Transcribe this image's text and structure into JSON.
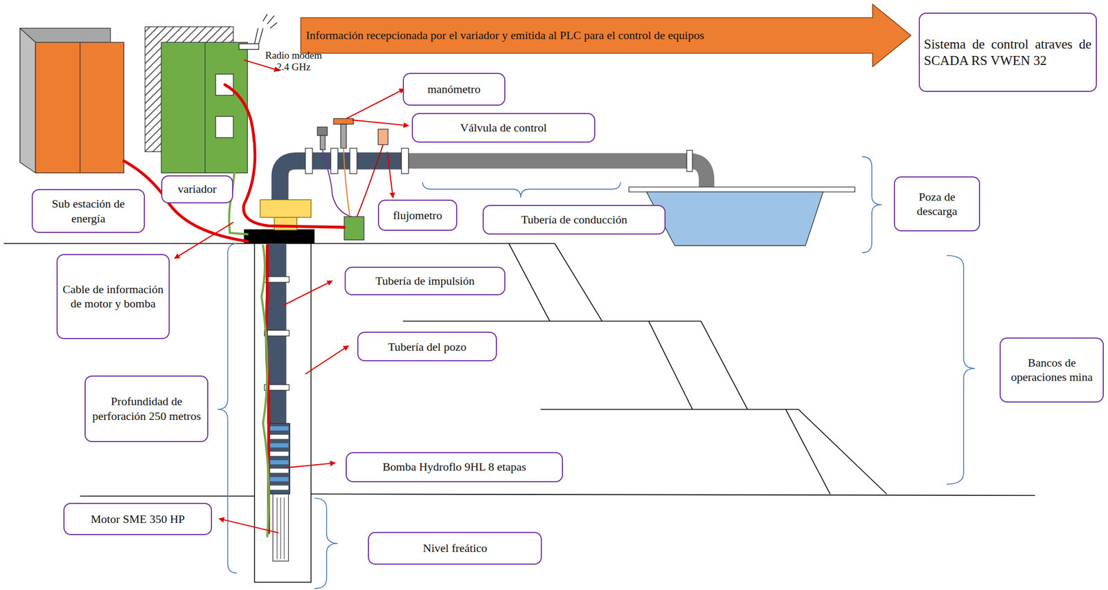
{
  "diagram": {
    "nodes": [
      {
        "text": [
          "Información recepcionada por el variador y emitida al PLC para el control de equipos"
        ]
      },
      {
        "text": [
          "Sistema de control atraves de SCADA RS VWEN 32"
        ]
      },
      {
        "text": [
          "manómetro"
        ]
      },
      {
        "text": [
          "Válvula de control"
        ]
      },
      {
        "text": [
          "variador"
        ]
      },
      {
        "text": [
          "Sub estación de energía"
        ]
      },
      {
        "text": [
          "flujometro"
        ]
      },
      {
        "text": [
          "Tubería de conducción"
        ]
      },
      {
        "text": [
          "Poza de descarga"
        ]
      },
      {
        "text": [
          "Cable de información de motor y bomba"
        ]
      },
      {
        "text": [
          "Tubería de impulsión"
        ]
      },
      {
        "text": [
          "Tubería del pozo"
        ]
      },
      {
        "text": [
          "Bancos de operaciones mina"
        ]
      },
      {
        "text": [
          "Profundidad de perforación 250 metros"
        ]
      },
      {
        "text": [
          "Bomba Hydroflo 9HL 8 etapas"
        ]
      },
      {
        "text": [
          "Motor SME 350 HP"
        ]
      },
      {
        "text": [
          "Nivel freático"
        ]
      }
    ],
    "labels": [
      "Radio modem 2.4 GHz"
    ]
  }
}
